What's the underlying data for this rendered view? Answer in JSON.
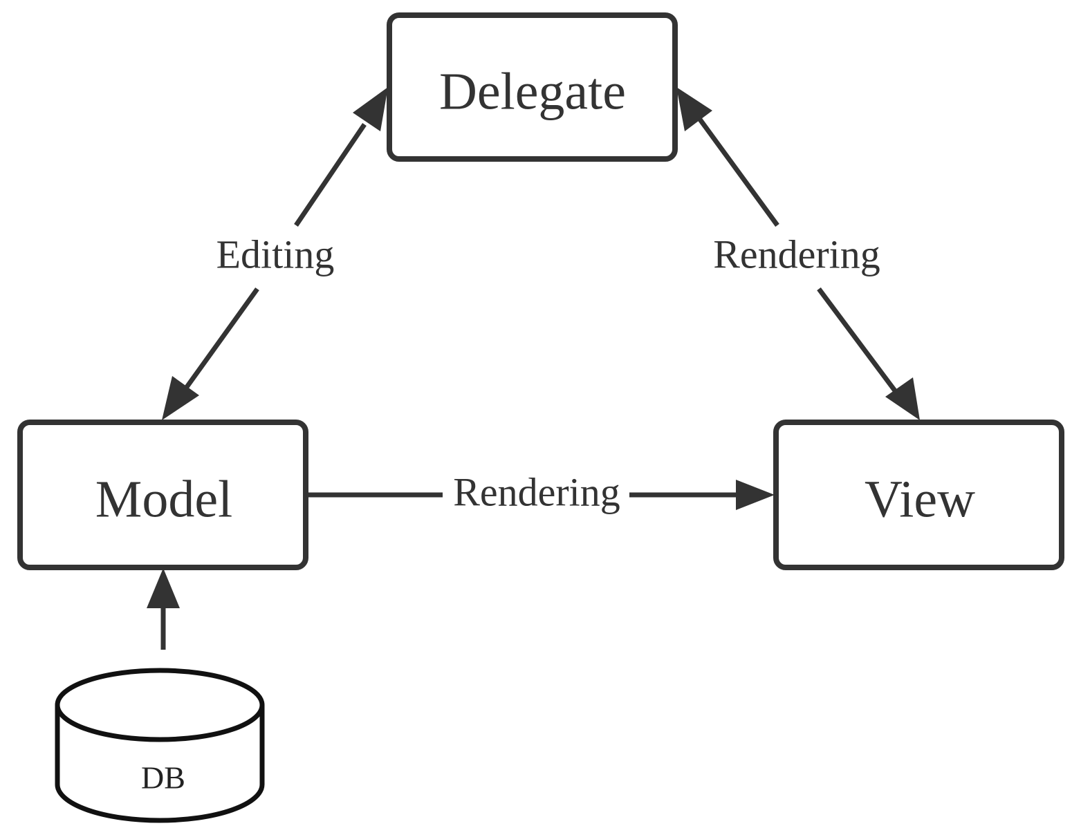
{
  "nodes": {
    "delegate": {
      "label": "Delegate"
    },
    "model": {
      "label": "Model"
    },
    "view": {
      "label": "View"
    },
    "db": {
      "label": "DB"
    }
  },
  "edges": {
    "model_delegate": {
      "label": "Editing",
      "direction": "bidirectional"
    },
    "delegate_view": {
      "label": "Rendering",
      "direction": "bidirectional"
    },
    "model_view": {
      "label": "Rendering",
      "direction": "model-to-view"
    },
    "db_model": {
      "label": "",
      "direction": "db-to-model"
    }
  },
  "colors": {
    "stroke": "#333333",
    "background": "#ffffff"
  }
}
